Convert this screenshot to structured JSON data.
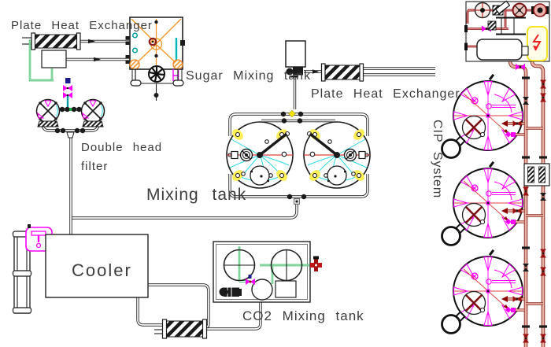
{
  "labels": {
    "plate_heat_exchanger_top": "Plate Heat Exchanger",
    "sugar_mixing_tank": "Sugar Mixing tank",
    "plate_heat_exchanger_right": "Plate Heat Exchanger",
    "double_head_filter_line1": "Double head",
    "double_head_filter_line2": "filter",
    "mixing_tank": "Mixing tank",
    "cooler": "Cooler",
    "co2_mixing_tank": "CO2 Mixing tank",
    "cip_system": "CIP System"
  },
  "colors": {
    "line_black": "#1b1b1b",
    "tank_orange": "#f59522",
    "magenta": "#ff00ff",
    "cyan": "#29d8e8",
    "green": "#00a838",
    "teal": "#009f9f",
    "red": "#e04040",
    "dark_red": "#9b1010",
    "cip_pipe_salmon": "#eab3a8",
    "cip_pipe_outline": "#8d2f23",
    "valve_yellow": "#f5e500",
    "label_gray": "#3c3c3c"
  }
}
